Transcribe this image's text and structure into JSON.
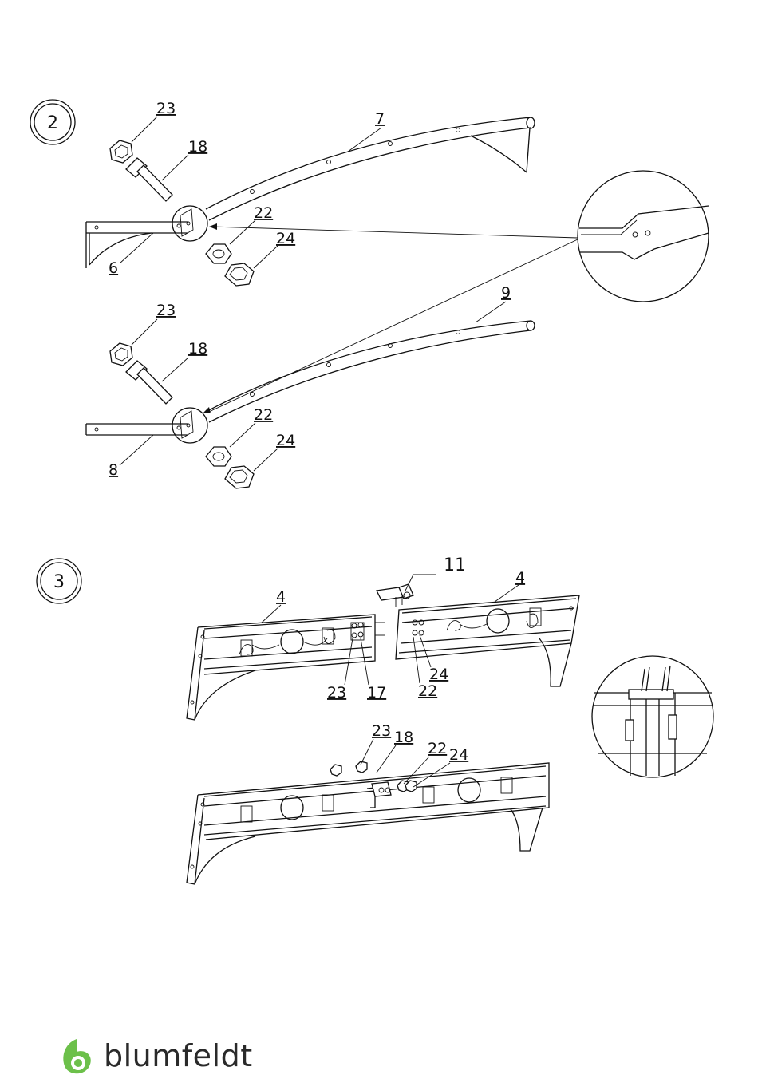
{
  "steps": {
    "step2": "2",
    "step3": "3"
  },
  "labels": {
    "s2a": {
      "p23": "23",
      "p18": "18",
      "p7": "7",
      "p22": "22",
      "p24": "24",
      "p6": "6"
    },
    "s2b": {
      "p23": "23",
      "p18": "18",
      "p9": "9",
      "p22": "22",
      "p24": "24",
      "p8": "8"
    },
    "s3a": {
      "p11": "11",
      "p4_left": "4",
      "p4_right": "4",
      "p23": "23",
      "p17": "17",
      "p22": "22",
      "p24": "24"
    },
    "s3b": {
      "p23": "23",
      "p18": "18",
      "p22": "22",
      "p24": "24"
    }
  },
  "brand": {
    "name": "blumfeldt",
    "color": "#6cc04a"
  }
}
